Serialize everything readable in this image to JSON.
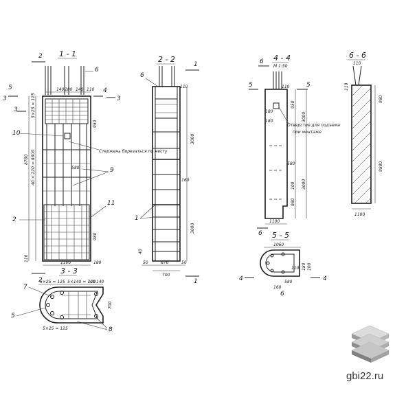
{
  "sections": {
    "s11": "1 - 1",
    "s22": "2 - 2",
    "s44": "4 - 4",
    "s44_scale": "M 1:50",
    "s66": "6 - 6",
    "s55": "5 - 5",
    "s33": "3 - 3"
  },
  "markers": {
    "m1": "1",
    "m2": "2",
    "m3": "3",
    "m4": "4",
    "m5": "5",
    "m6": "6",
    "m7": "7",
    "m8": "8",
    "m9": "9",
    "m10": "10",
    "m11": "11"
  },
  "dims": {
    "d1100": "1100",
    "d180": "180",
    "d100": "100",
    "d950": "950",
    "d980": "980",
    "d3000": "3000",
    "d8780": "8780",
    "d9100": "8780",
    "d_ribs": "40 × 220 = 8800",
    "d700": "700",
    "d50": "50",
    "d670": "670",
    "d580": "580",
    "d1060": "1060",
    "d9880": "9880",
    "d140": "140",
    "d280": "280",
    "d110": "110",
    "d110b": "110",
    "d40": "40",
    "d160": "160",
    "d5x140": "5×140 = 700",
    "d5x25": "5×25 = 125"
  },
  "notes": {
    "rod": "Стержень бирезаться по месту",
    "hole_line1": "Отверстие для подъема",
    "hole_line2": "при монтаже"
  },
  "watermark": "gbi22.ru"
}
